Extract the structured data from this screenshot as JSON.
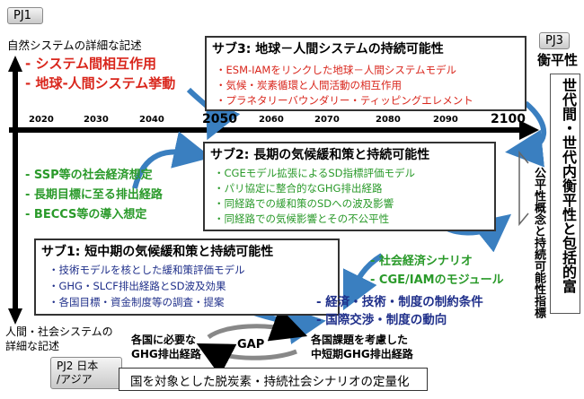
{
  "pj1": {
    "tag": "PJ1",
    "subtitle": "自然システムの詳細な記述",
    "items": [
      "- システム間相互作用",
      "- 地球-人間システム挙動"
    ]
  },
  "pj2": {
    "tag_line1": "PJ2 日本",
    "tag_line2": "/アジア",
    "bottom_left_line1": "人間・社会システムの",
    "bottom_left_line2": "詳細な記述"
  },
  "pj3": {
    "tag": "PJ3",
    "title": "衡平性",
    "vertical_box": "世代間・世代内衡平性と包括的富",
    "vertical_text": "公平性概念と持続可能性指標"
  },
  "timeline": {
    "years_small_left": [
      "2020",
      "2030",
      "2040"
    ],
    "year_2050": "2050",
    "years_small_right": [
      "2060",
      "2070",
      "2080",
      "2090"
    ],
    "year_2100": "2100"
  },
  "sub3": {
    "title": "サブ3: 地球－人間システムの持続可能性",
    "items": [
      "・ESM-IAMをリンクした地球－人間システムモデル",
      "・気候・炭素循環と人間活動の相互作用",
      "・プラネタリーバウンダリー・ティッピングエレメント"
    ]
  },
  "sub2": {
    "title": "サブ2: 長期の気候緩和策と持続可能性",
    "items": [
      "・CGEモデル拡張によるSD指標評価モデル",
      "・パリ協定に整合的なGHG排出経路",
      "・同経路での緩和策のSDへの波及影響",
      "・同経路での気候影響とその不公平性"
    ]
  },
  "sub1": {
    "title": "サブ1: 短中期の気候緩和策と持続可能性",
    "items": [
      "・技術モデルを核とした緩和策評価モデル",
      "・GHG・SLCF排出経路とSD波及効果",
      "・各国目標・資金制度等の調査・提案"
    ]
  },
  "left_green": [
    "- SSP等の社会経済想定",
    "- 長期目標に至る排出経路",
    "- BECCS等の導入想定"
  ],
  "right_green": [
    "- 社会経済シナリオ",
    "- CGE/IAMのモジュール"
  ],
  "right_blue": [
    "- 経済・技術・制度の制約条件",
    "- 国際交渉・制度の動向"
  ],
  "gap": {
    "left_line1": "各国に必要な",
    "left_line2": "GHG排出経路",
    "label": "GAP",
    "right_line1": "各国課題を考慮した",
    "right_line2": "中短期GHG排出経路"
  },
  "bottom_box": "国を対象とした脱炭素・持続社会シナリオの定量化",
  "colors": {
    "red": "#d9261c",
    "green": "#2a9a2a",
    "blue": "#1f2f8a",
    "arrow": "#3a7fc0"
  }
}
